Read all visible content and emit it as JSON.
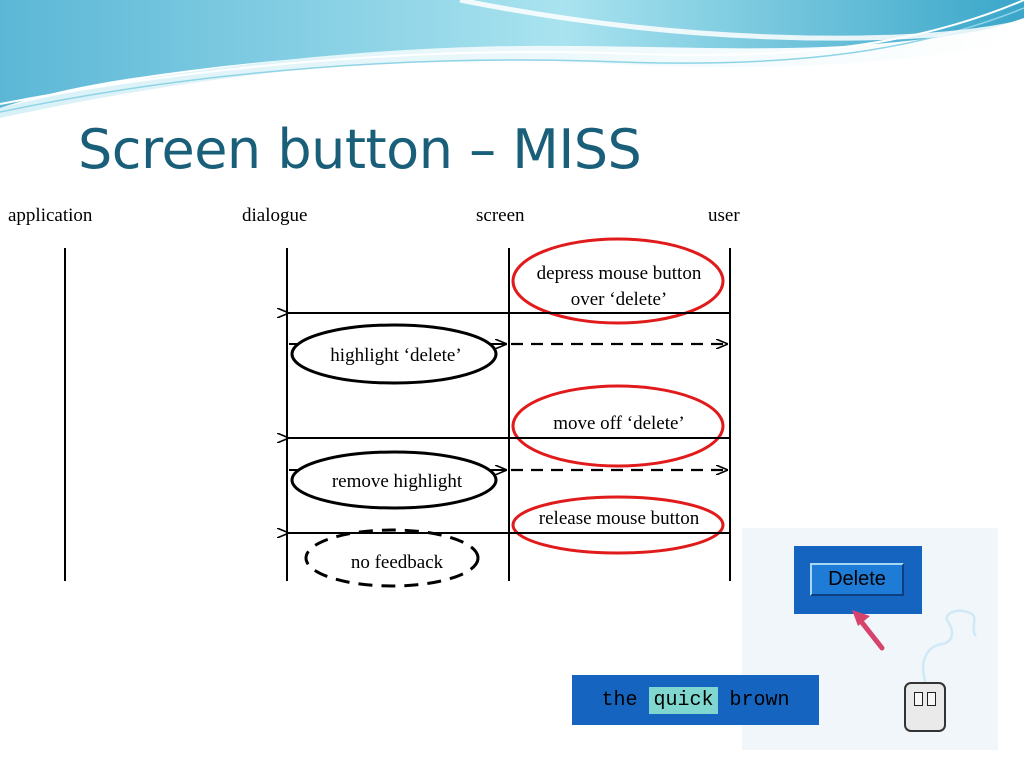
{
  "slide": {
    "title": "Screen button – MISS"
  },
  "diagram": {
    "columns": {
      "application": "application",
      "dialogue": "dialogue",
      "screen": "screen",
      "user": "user"
    },
    "labels": {
      "depress_line1": "depress mouse button",
      "depress_line2": "over ‘delete’",
      "highlight": "highlight ‘delete’",
      "move_off": "move off ‘delete’",
      "remove_highlight": "remove highlight",
      "release": "release mouse button",
      "no_feedback": "no feedback"
    },
    "colors": {
      "user_action_ellipse": "#e11b1b",
      "system_ellipse": "#000000"
    }
  },
  "inset": {
    "delete_button_label": "Delete",
    "pointer_color": "#d6446e",
    "panel_color": "#1565c0"
  },
  "text_sample": {
    "word1": "the",
    "word2": "quick",
    "word3": "brown",
    "highlight_color": "#7fd7cf"
  }
}
